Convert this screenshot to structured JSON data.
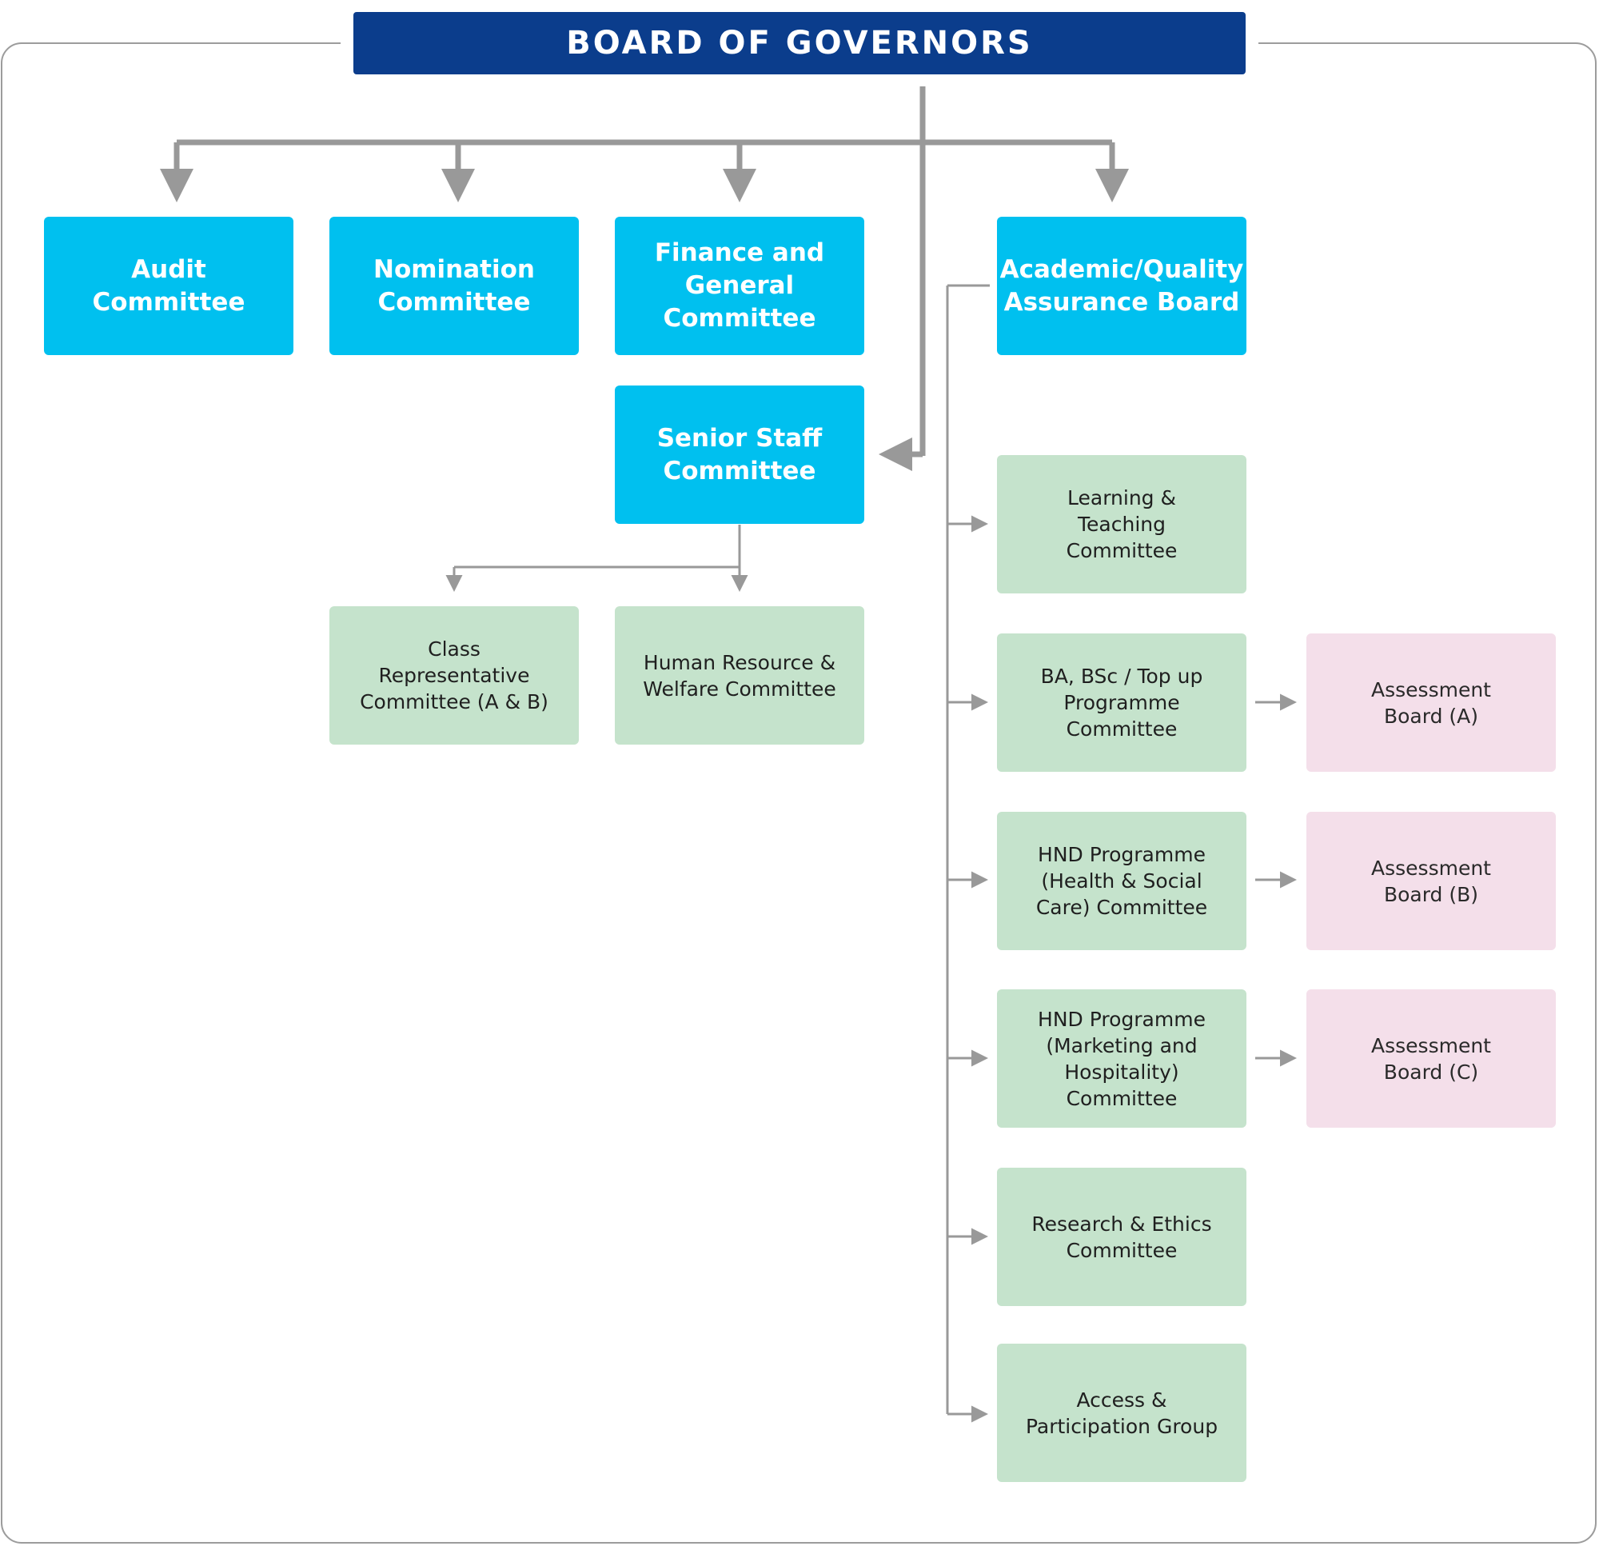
{
  "board": {
    "title": "BOARD OF GOVERNORS"
  },
  "committees": {
    "audit": "Audit Committee",
    "nomination": "Nomination\nCommittee",
    "finance": "Finance and\nGeneral\nCommittee",
    "academic": "Academic/Quality\nAssurance Board",
    "senior_staff": "Senior Staff\nCommittee"
  },
  "senior_staff_subcommittees": {
    "class_rep": "Class\nRepresentative\nCommittee (A & B)",
    "hr_welfare": "Human Resource &\nWelfare Committee"
  },
  "academic_subcommittees": {
    "learning": "Learning &\nTeaching\nCommittee",
    "ba_bsc": "BA, BSc / Top up\nProgramme\nCommittee",
    "hnd_health": "HND Programme\n(Health & Social\nCare) Committee",
    "hnd_marketing": "HND Programme\n(Marketing and\nHospitality)\nCommittee",
    "research": "Research & Ethics\nCommittee",
    "access": "Access &\nParticipation Group"
  },
  "assessment_boards": {
    "a": "Assessment\nBoard (A)",
    "b": "Assessment\nBoard (B)",
    "c": "Assessment\nBoard (C)"
  },
  "colors": {
    "title_fill": "#0b3d8c",
    "committee_fill": "#00c0ef",
    "subcommittee_fill": "#c5e3cc",
    "assessment_fill": "#f4dfea",
    "connector": "#999999"
  }
}
